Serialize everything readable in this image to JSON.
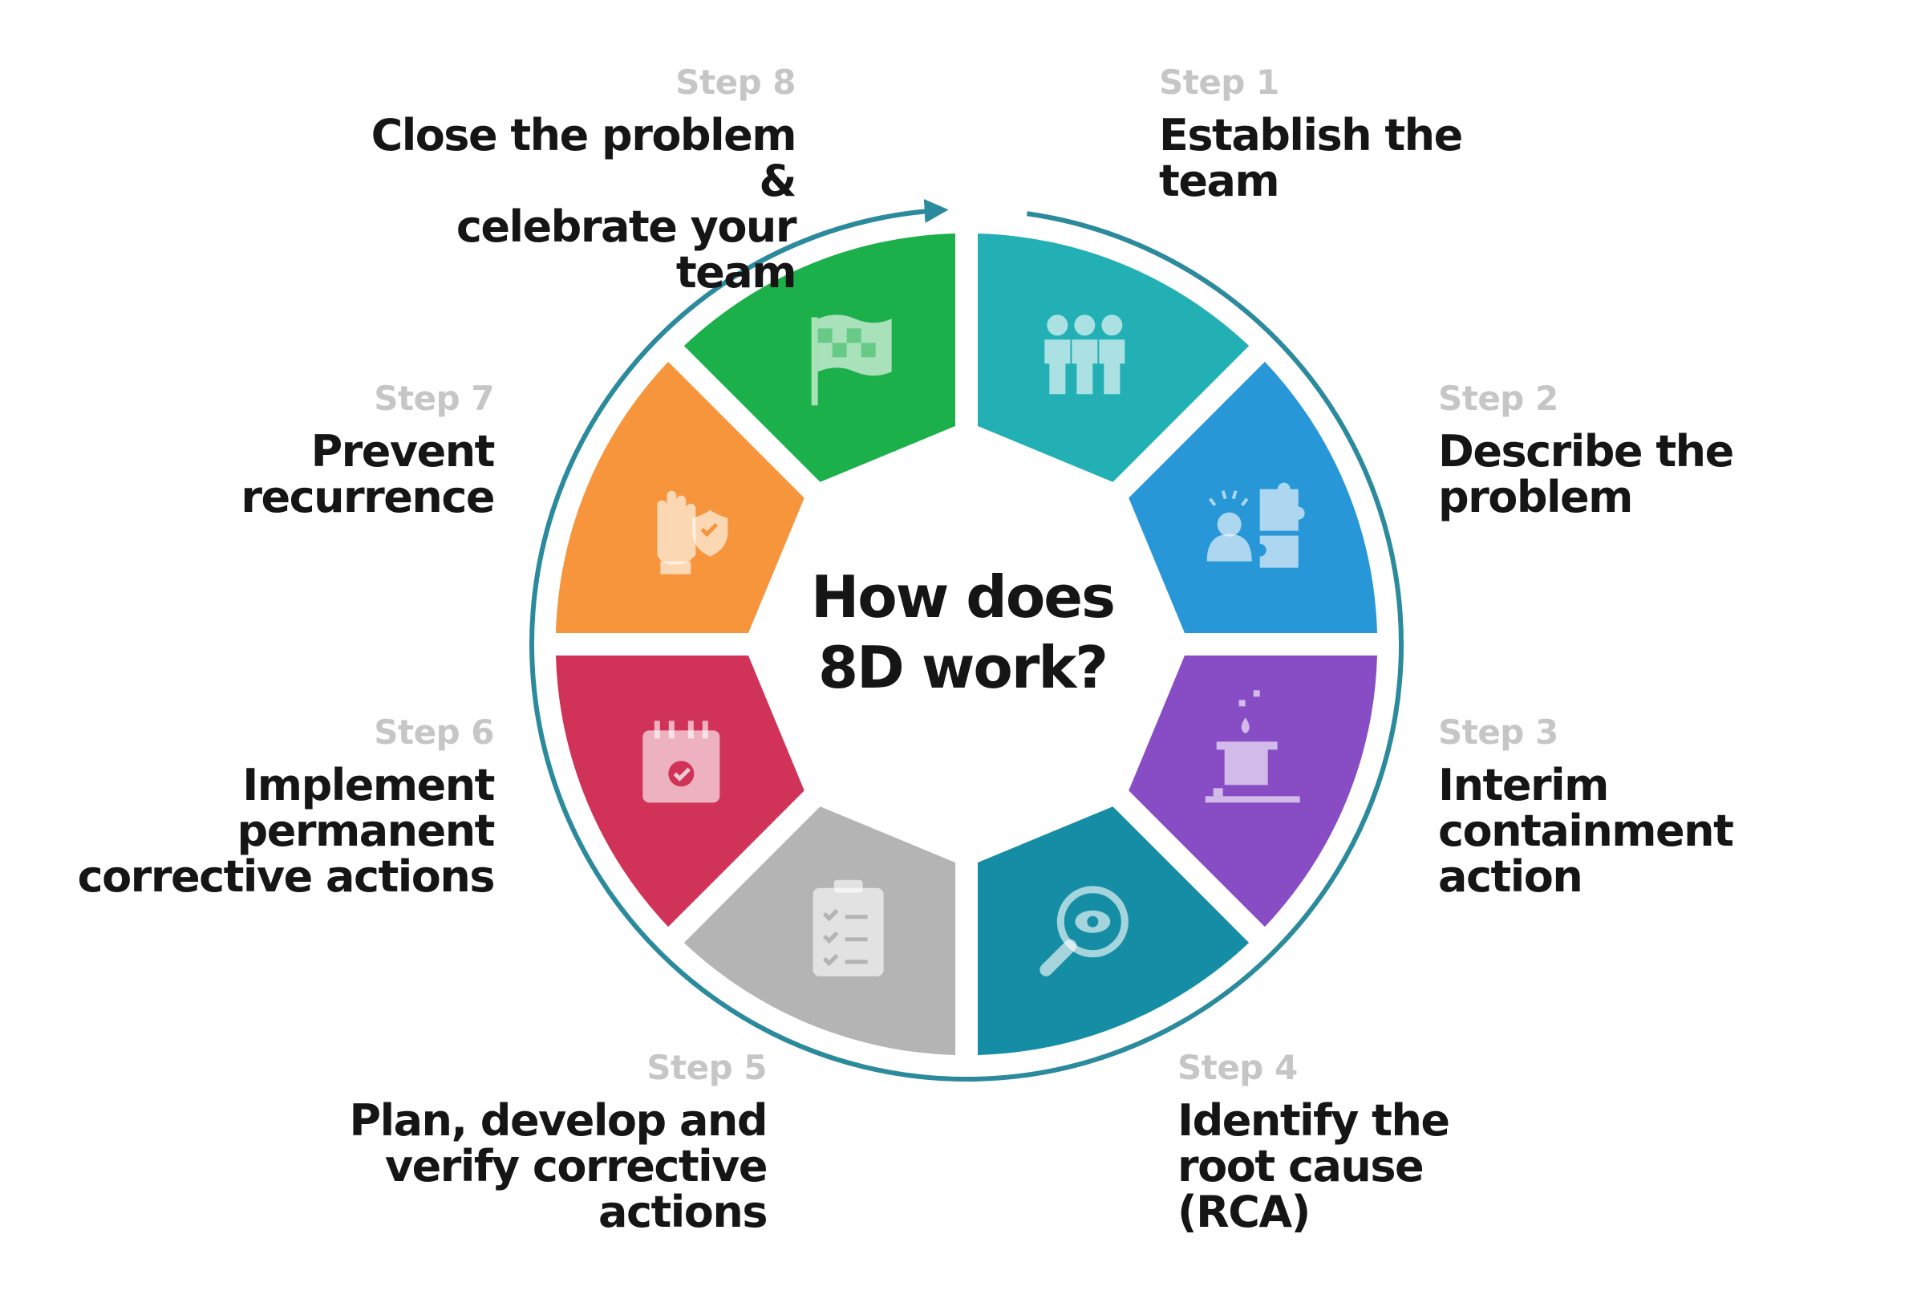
{
  "center_title": "How does\n8D work?",
  "steps": [
    {
      "step": "Step 1",
      "title": "Establish the\nteam",
      "color": "#22b0b5",
      "icon": "team-icon"
    },
    {
      "step": "Step 2",
      "title": "Describe the\nproblem",
      "color": "#2897d8",
      "icon": "problem-puzzle-icon"
    },
    {
      "step": "Step 3",
      "title": "Interim\ncontainment\naction",
      "color": "#884cc5",
      "icon": "containment-bucket-icon"
    },
    {
      "step": "Step 4",
      "title": "Identify the\nroot cause\n(RCA)",
      "color": "#158ea5",
      "icon": "magnifier-eye-icon"
    },
    {
      "step": "Step 5",
      "title": "Plan, develop and\nverify corrective\nactions",
      "color": "#b4b4b4",
      "icon": "clipboard-checklist-icon"
    },
    {
      "step": "Step 6",
      "title": "Implement\npermanent\ncorrective actions",
      "color": "#d13358",
      "icon": "calendar-check-icon"
    },
    {
      "step": "Step 7",
      "title": "Prevent\nrecurrence",
      "color": "#f6953b",
      "icon": "hand-shield-icon"
    },
    {
      "step": "Step 8",
      "title": "Close the problem &\ncelebrate your team",
      "color": "#1bb04a",
      "icon": "checkered-flag-icon"
    }
  ],
  "ring_color": "#2b8a9c"
}
